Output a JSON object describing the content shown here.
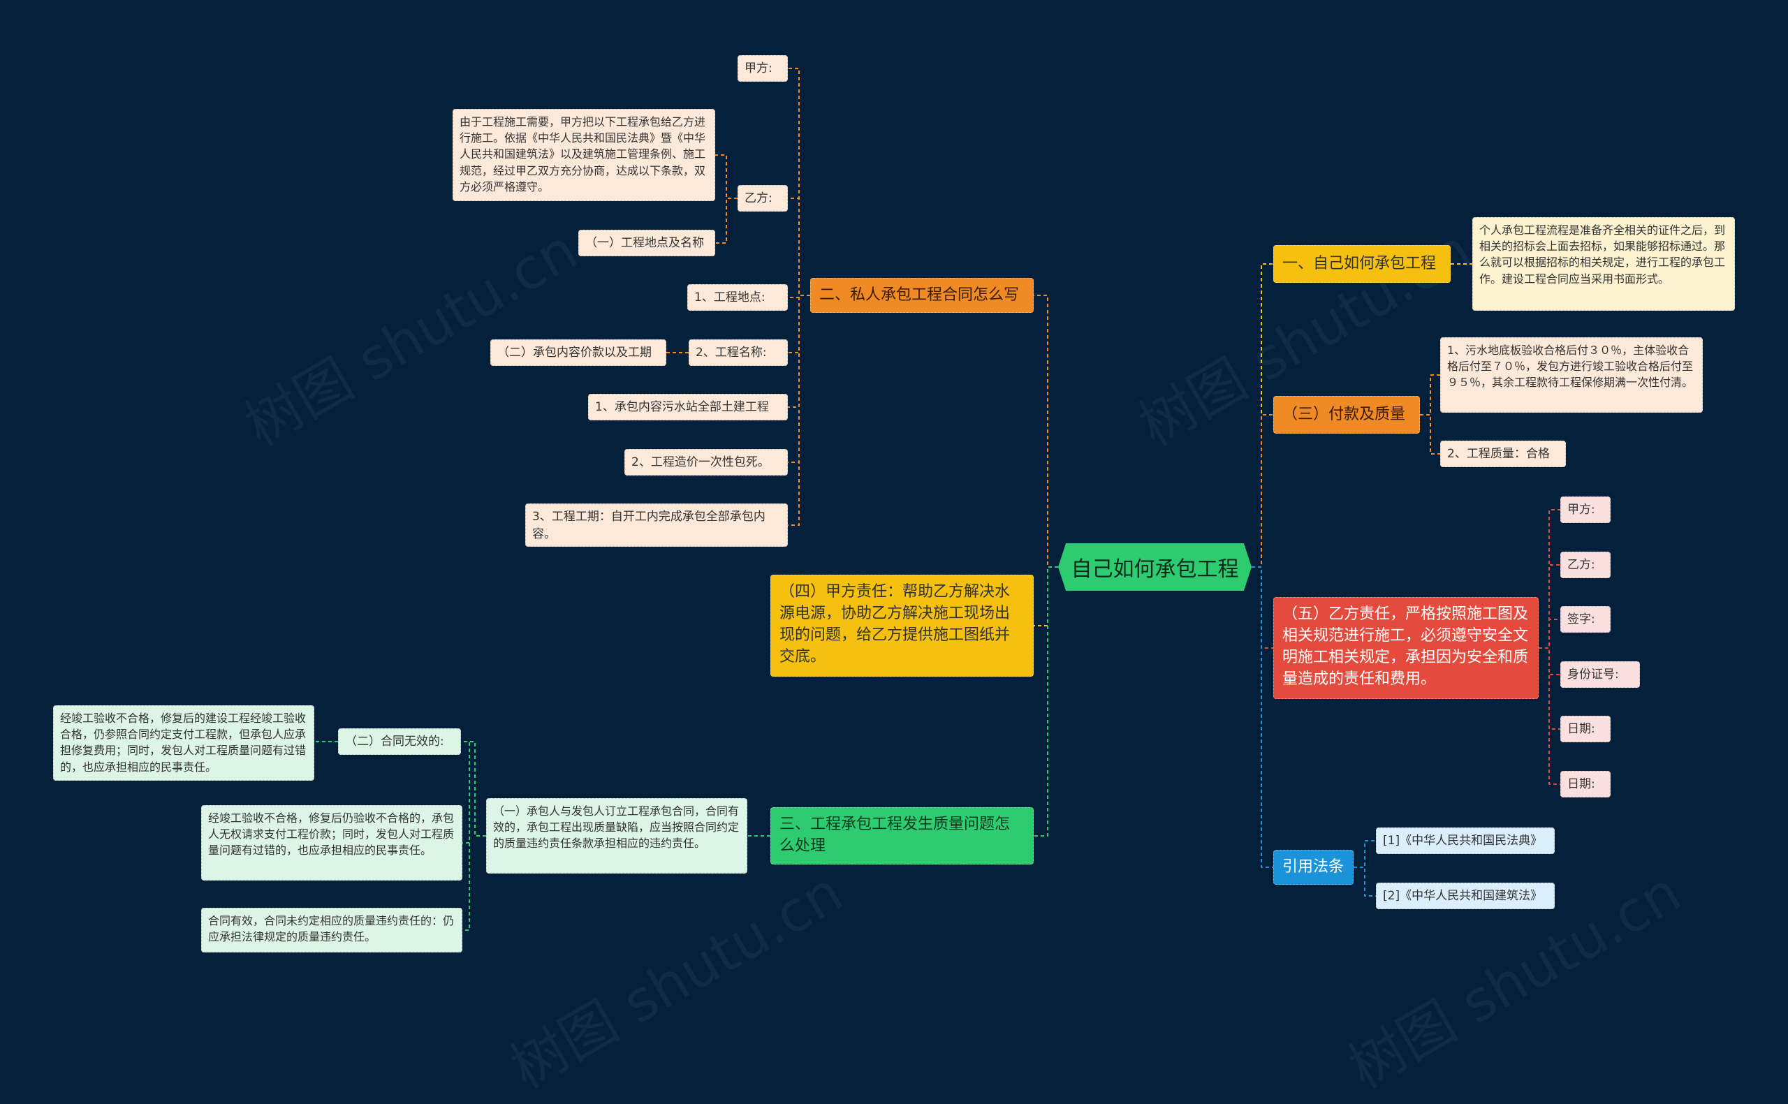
{
  "root": "自己如何承包工程",
  "watermark": "树图 shutu.cn",
  "colors": {
    "background": "#04203b",
    "orange": "#f08a24",
    "yellow": "#f5c10e",
    "green": "#2ecc71",
    "red": "#e54b3c",
    "blue": "#1a93db"
  },
  "left": {
    "b2": {
      "label": "二、私人承包工程合同怎么写",
      "jiafang": "甲方:",
      "yifang": "乙方:",
      "yifang_desc": "由于工程施工需要，甲方把以下工程承包给乙方进行施工。依据《中华人民共和国民法典》暨《中华人民共和国建筑法》以及建筑施工管理条例、施工规范，经过甲乙双方充分协商，达成以下条款，双方必须严格遵守。",
      "yifang_sub": "（一）工程地点及名称",
      "site": "1、工程地点:",
      "name": "2、工程名称:",
      "name_sub": "（二）承包内容价款以及工期",
      "content": "1、承包内容污水站全部土建工程",
      "price": "2、工程造价一次性包死。",
      "period": "3、工程工期：自开工内完成承包全部承包内容。"
    },
    "b4": {
      "label": "（四）甲方责任：帮助乙方解决水源电源，协助乙方解决施工现场出现的问题，给乙方提供施工图纸并交底。"
    },
    "b3": {
      "label": "三、工程承包工程发生质量问题怎么处理",
      "l1": "（一）承包人与发包人订立工程承包合同，合同有效的，承包工程出现质量缺陷，应当按照合同约定的质量违约责任条款承担相应的违约责任。",
      "l2": "（二）合同无效的:",
      "l2a": "经竣工验收不合格，修复后的建设工程经竣工验收合格，仍参照合同约定支付工程款，但承包人应承担修复费用；同时，发包人对工程质量问题有过错的，也应承担相应的民事责任。",
      "l2b": "经竣工验收不合格，修复后仍验收不合格的，承包人无权请求支付工程价款；同时，发包人对工程质量问题有过错的，也应承担相应的民事责任。",
      "l2c": "合同有效，合同未约定相应的质量违约责任的：仍应承担法律规定的质量违约责任。"
    }
  },
  "right": {
    "b1": {
      "label": "一、自己如何承包工程",
      "desc": "个人承包工程流程是准备齐全相关的证件之后，到相关的招标会上面去招标，如果能够招标通过。那么就可以根据招标的相关规定，进行工程的承包工作。建设工程合同应当采用书面形式。"
    },
    "b3": {
      "label": "（三）付款及质量",
      "pay": "1、污水地底板验收合格后付３０％，主体验收合格后付至７０％，发包方进行竣工验收合格后付至９５％，其余工程款待工程保修期满一次性付清。",
      "quality": "2、工程质量：合格"
    },
    "b5": {
      "label": "（五）乙方责任，严格按照施工图及相关规范进行施工，必须遵守安全文明施工相关规定，承担因为安全和质量造成的责任和费用。",
      "items": [
        "甲方:",
        "乙方:",
        "签字:",
        "身份证号:",
        "日期:",
        "日期:"
      ]
    },
    "refs": {
      "label": "引用法条",
      "items": [
        "[1]《中华人民共和国民法典》",
        "[2]《中华人民共和国建筑法》"
      ]
    }
  }
}
